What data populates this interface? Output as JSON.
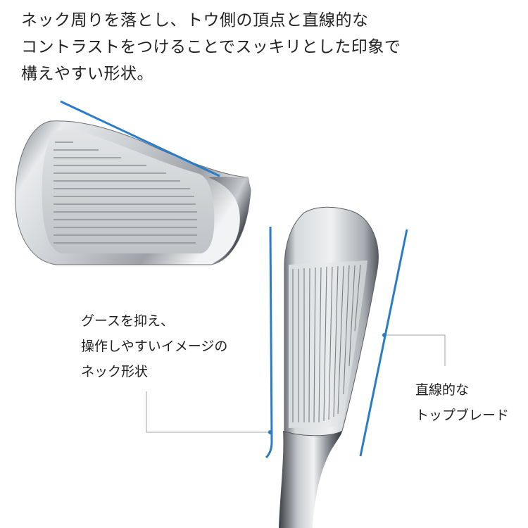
{
  "headline": {
    "line1": "ネック周りを落とし、トウ側の頂点と直線的な",
    "line2": "コントラストをつけることでスッキリとした印象で",
    "line3": "構えやすい形状。"
  },
  "callouts": {
    "neck": {
      "line1": "グースを抑え、",
      "line2": "操作しやすいイメージの",
      "line3": "ネック形状"
    },
    "top": {
      "line1": "直線的な",
      "line2": "トップブレード"
    }
  },
  "colors": {
    "accent_line": "#2a7cc7",
    "leader_line": "#b5b5b5",
    "text": "#222222"
  }
}
